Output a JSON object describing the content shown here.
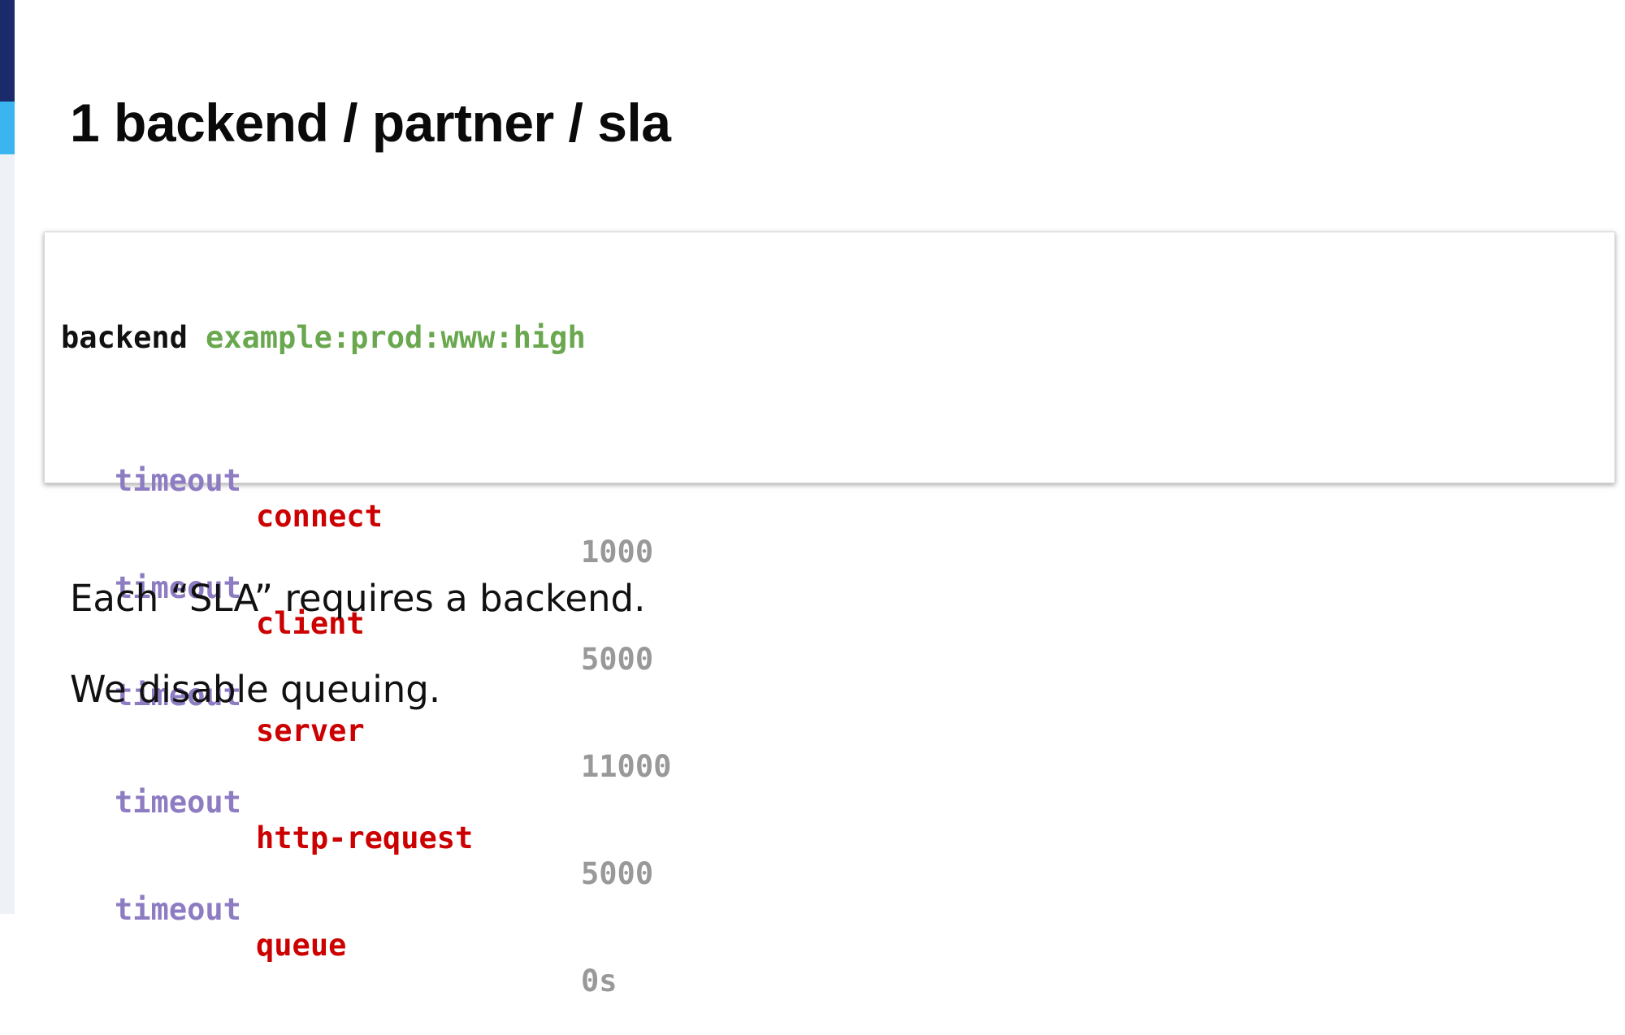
{
  "slide": {
    "title": "1 backend / partner / sla"
  },
  "code": {
    "backend_keyword": "backend",
    "backend_name": "example:prod:www:high",
    "lines": [
      {
        "keyword": "timeout",
        "param": "connect",
        "value": "1000"
      },
      {
        "keyword": "timeout",
        "param": "client",
        "value": "5000"
      },
      {
        "keyword": "timeout",
        "param": "server",
        "value": "11000"
      },
      {
        "keyword": "timeout",
        "param": "http-request",
        "value": "5000"
      },
      {
        "keyword": "timeout",
        "param": "queue",
        "value": "0s"
      }
    ]
  },
  "body": {
    "paragraph1": "Each “SLA” requires a backend.",
    "paragraph2": "We disable queuing."
  },
  "colors": {
    "accent_dark": "#1b2a6b",
    "accent_light": "#3bb5f0",
    "keyword_timeout": "#8e7cc3",
    "param": "#cc0000",
    "name": "#6aa84f",
    "value": "#999999"
  }
}
